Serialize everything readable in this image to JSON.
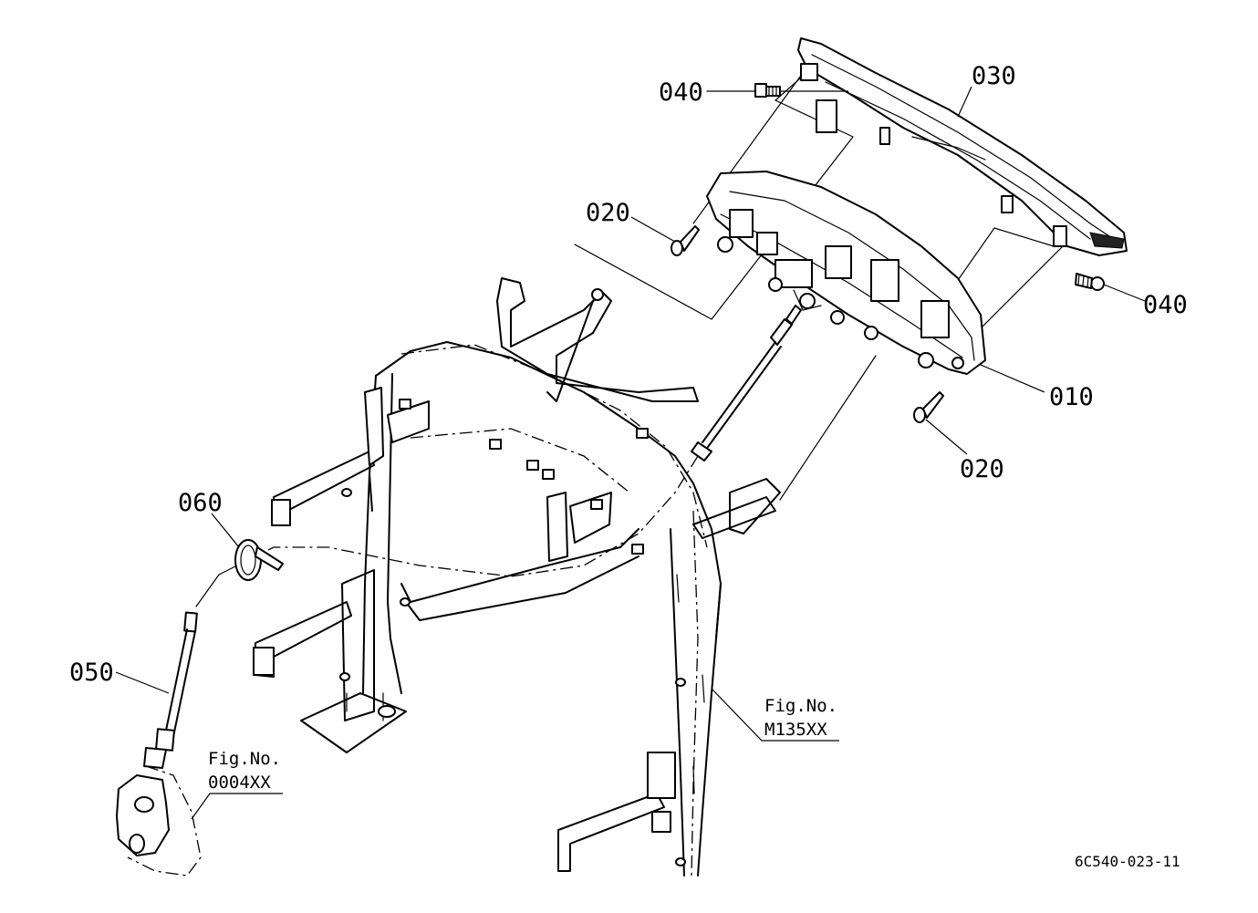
{
  "diagram": {
    "callouts": [
      {
        "id": "010",
        "label": "010"
      },
      {
        "id": "020a",
        "label": "020"
      },
      {
        "id": "020b",
        "label": "020"
      },
      {
        "id": "030",
        "label": "030"
      },
      {
        "id": "040a",
        "label": "040"
      },
      {
        "id": "040b",
        "label": "040"
      },
      {
        "id": "050",
        "label": "050"
      },
      {
        "id": "060",
        "label": "060"
      }
    ],
    "references": [
      {
        "line1": "Fig.No.",
        "line2": "M135XX"
      },
      {
        "line1": "Fig.No.",
        "line2": "0004XX"
      }
    ],
    "drawing_code": "6C540-023-11"
  }
}
